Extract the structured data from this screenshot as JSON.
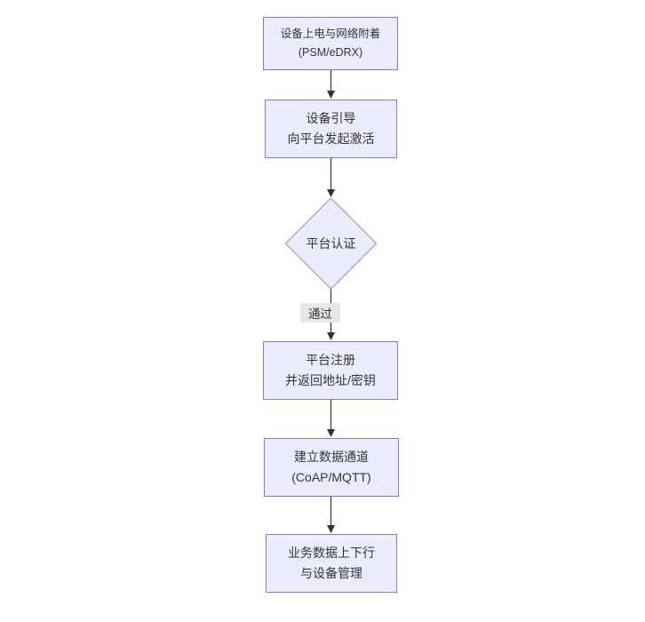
{
  "diagram": {
    "type": "flowchart",
    "direction": "top-down",
    "colors": {
      "node_fill": "#ECECFF",
      "node_border": "#9370DB",
      "diamond_border": "#a594de",
      "text": "#333333",
      "arrow": "#333333",
      "edge_label_bg": "#e8e8e8",
      "background": "#ffffff"
    },
    "nodes": [
      {
        "id": "power-attach",
        "shape": "rect",
        "line1": "设备上电与网络附着",
        "line2": "(PSM/eDRX)"
      },
      {
        "id": "bootstrap",
        "shape": "rect",
        "line1": "设备引导",
        "line2": "向平台发起激活"
      },
      {
        "id": "auth",
        "shape": "diamond",
        "line1": "平台认证",
        "line2": ""
      },
      {
        "id": "register",
        "shape": "rect",
        "line1": "平台注册",
        "line2": "并返回地址/密钥"
      },
      {
        "id": "channel",
        "shape": "rect",
        "line1": "建立数据通道",
        "line2": "(CoAP/MQTT)"
      },
      {
        "id": "business",
        "shape": "rect",
        "line1": "业务数据上下行",
        "line2": "与设备管理"
      }
    ],
    "edges": [
      {
        "from": "power-attach",
        "to": "bootstrap",
        "label": ""
      },
      {
        "from": "bootstrap",
        "to": "auth",
        "label": ""
      },
      {
        "from": "auth",
        "to": "register",
        "label": "通过"
      },
      {
        "from": "register",
        "to": "channel",
        "label": ""
      },
      {
        "from": "channel",
        "to": "business",
        "label": ""
      }
    ]
  }
}
